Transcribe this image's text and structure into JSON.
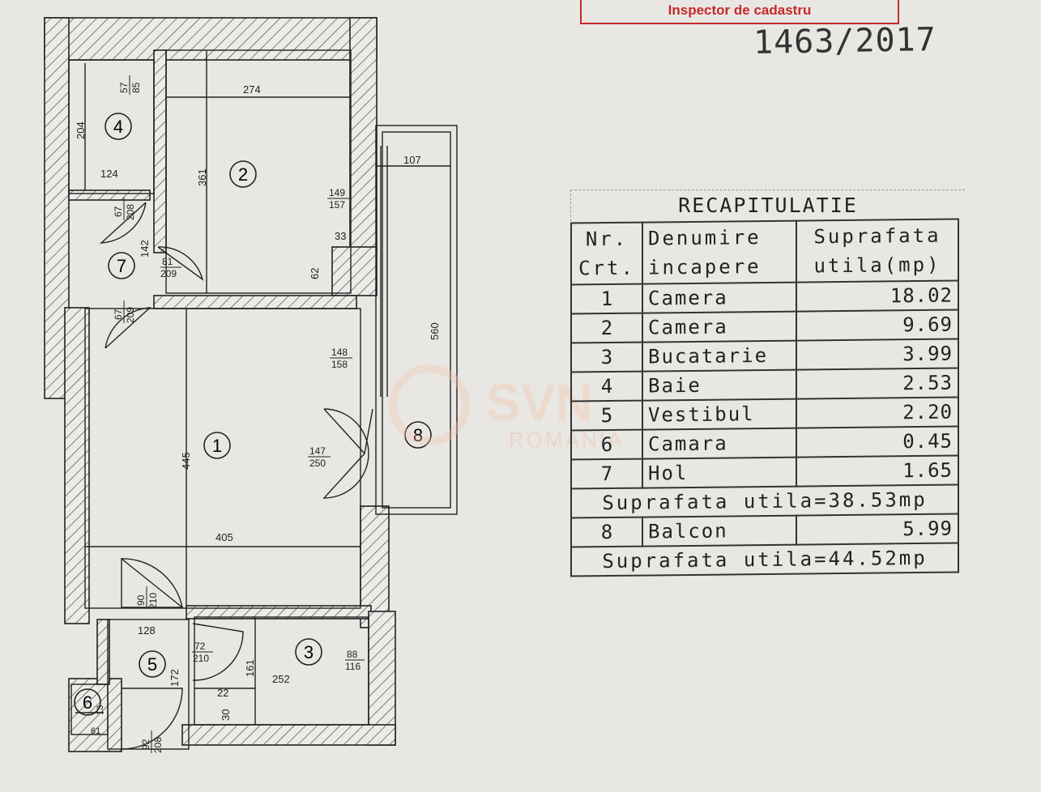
{
  "stamp": {
    "text": "Inspector de cadastru"
  },
  "handwritten_number": "1463/2017",
  "watermark": {
    "brand": "SVN",
    "sub": "ROMANIA"
  },
  "floorplan": {
    "rooms": [
      {
        "num": "1",
        "name": "room-1"
      },
      {
        "num": "2",
        "name": "room-2"
      },
      {
        "num": "3",
        "name": "room-3"
      },
      {
        "num": "4",
        "name": "room-4"
      },
      {
        "num": "5",
        "name": "room-5"
      },
      {
        "num": "6",
        "name": "room-6"
      },
      {
        "num": "7",
        "name": "room-7"
      },
      {
        "num": "8",
        "name": "room-8"
      }
    ],
    "dimensions": {
      "d274": "274",
      "d361": "361",
      "d204": "204",
      "d124": "124",
      "d107": "107",
      "d33": "33",
      "d62": "62",
      "d142": "142",
      "d560": "560",
      "d445": "445",
      "d405": "405",
      "d128": "128",
      "d172": "172",
      "d161": "161",
      "d252": "252",
      "d22": "22",
      "d30": "30",
      "d61": "61",
      "d13": "13"
    },
    "openings": {
      "o57_85": [
        "57",
        "85"
      ],
      "o67_208": [
        "67",
        "208"
      ],
      "o81_209": [
        "81",
        "209"
      ],
      "o67_209": [
        "67",
        "209"
      ],
      "o149_157": [
        "149",
        "157"
      ],
      "o148_158": [
        "148",
        "158"
      ],
      "o147_250": [
        "147",
        "250"
      ],
      "o90_210": [
        "90",
        "210"
      ],
      "o72_210": [
        "72",
        "210"
      ],
      "o88_116": [
        "88",
        "116"
      ],
      "o92_208": [
        "92",
        "208"
      ]
    }
  },
  "recap": {
    "title": "RECAPITULATIE",
    "headers": {
      "nr": [
        "Nr.",
        "Crt."
      ],
      "name": [
        "Denumire",
        "incapere"
      ],
      "area": [
        "Suprafata",
        "utila(mp)"
      ]
    },
    "rows": [
      {
        "nr": "1",
        "name": "Camera",
        "area": "18.02"
      },
      {
        "nr": "2",
        "name": "Camera",
        "area": "9.69"
      },
      {
        "nr": "3",
        "name": "Bucatarie",
        "area": "3.99"
      },
      {
        "nr": "4",
        "name": "Baie",
        "area": "2.53"
      },
      {
        "nr": "5",
        "name": "Vestibul",
        "area": "2.20"
      },
      {
        "nr": "6",
        "name": "Camara",
        "area": "0.45"
      },
      {
        "nr": "7",
        "name": "Hol",
        "area": "1.65"
      }
    ],
    "subtotal": "Suprafata utila=38.53mp",
    "balcony": {
      "nr": "8",
      "name": "Balcon",
      "area": "5.99"
    },
    "total": "Suprafata utila=44.52mp"
  }
}
